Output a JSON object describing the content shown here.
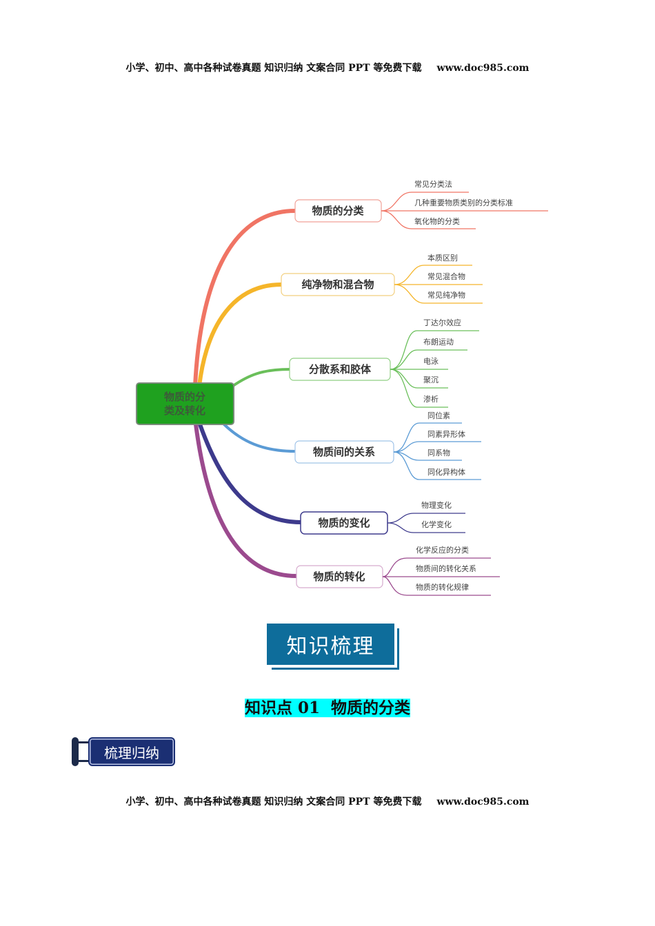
{
  "header": {
    "text": "小学、初中、高中各种试卷真题  知识归纳  文案合同  PPT 等免费下载",
    "site": "www.doc985.com"
  },
  "mindmap": {
    "root": {
      "line1": "物质的分",
      "line2": "类及转化",
      "color": "#1fa11f"
    },
    "branches": [
      {
        "label": "物质的分类",
        "color": "#f07464",
        "leaves": [
          "常见分类法",
          "几种重要物质类别的分类标准",
          "氧化物的分类"
        ]
      },
      {
        "label": "纯净物和混合物",
        "color": "#f5b52a",
        "leaves": [
          "本质区别",
          "常见混合物",
          "常见纯净物"
        ]
      },
      {
        "label": "分散系和胶体",
        "color": "#6abf5a",
        "leaves": [
          "丁达尔效应",
          "布朗运动",
          "电泳",
          "聚沉",
          "渗析"
        ]
      },
      {
        "label": "物质间的关系",
        "color": "#5b9bd5",
        "leaves": [
          "同位素",
          "同素异形体",
          "同系物",
          "同化异构体"
        ]
      },
      {
        "label": "物质的变化",
        "color": "#3d3a8c",
        "leaves": [
          "物理变化",
          "化学变化"
        ]
      },
      {
        "label": "物质的转化",
        "color": "#9b4a8e",
        "leaves": [
          "化学反应的分类",
          "物质间的转化关系",
          "物质的转化规律"
        ]
      }
    ]
  },
  "banner": {
    "label": "知识梳理"
  },
  "knowledge_point": {
    "prefix": "知识点 01",
    "title": "物质的分类"
  },
  "section_tag": {
    "label": "梳理归纳"
  },
  "footer": {
    "text": "小学、初中、高中各种试卷真题  知识归纳  文案合同  PPT 等免费下载",
    "site": "www.doc985.com"
  }
}
